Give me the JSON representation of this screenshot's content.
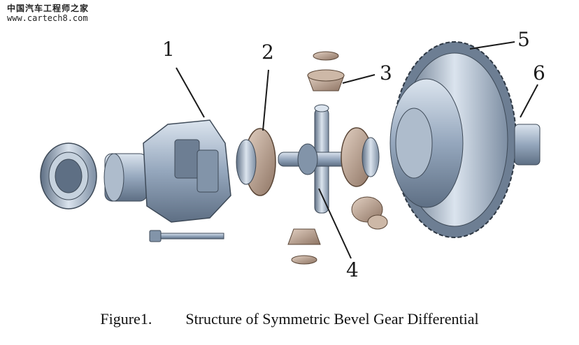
{
  "watermark": {
    "line1": "中国汽车工程师之家",
    "line2": "www.cartech8.com"
  },
  "callouts": [
    {
      "label": "1"
    },
    {
      "label": "2"
    },
    {
      "label": "3"
    },
    {
      "label": "4"
    },
    {
      "label": "5"
    },
    {
      "label": "6"
    }
  ],
  "caption": {
    "label": "Figure1.",
    "text": "Structure of Symmetric Bevel Gear Differential"
  },
  "colors": {
    "steel_dark": "#5e6f84",
    "steel_mid": "#95a7bd",
    "steel_light": "#dbe4ee",
    "bronze": "#b79a85",
    "line": "#1a1a1a"
  }
}
